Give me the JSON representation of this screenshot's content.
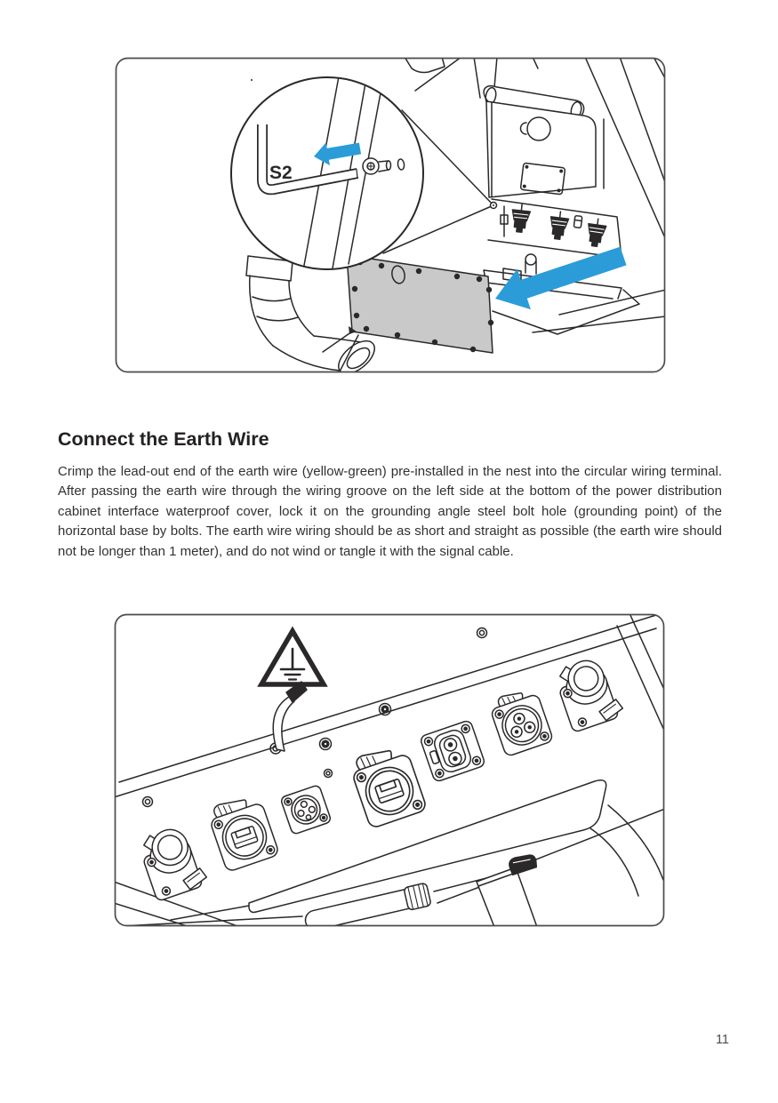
{
  "page": {
    "number": "11"
  },
  "colors": {
    "accent_blue": "#2b9cd8",
    "line_dark": "#2b2829",
    "panel_gray": "#c9c9c9",
    "heading_text": "#242122",
    "body_text": "#343031"
  },
  "section": {
    "heading": "Connect the Earth Wire",
    "body": "Crimp the lead-out end of the earth wire (yellow-green) pre-installed in the nest into the circular wiring terminal. After passing the earth wire through the wiring groove on the left side at the bottom of the power distribution cabinet interface waterproof cover, lock it on the grounding angle steel bolt hole (grounding point) of the horizontal base by bolts. The earth wire wiring should be as short and straight as possible (the earth wire should not be longer than 1 meter), and do not wind or tangle it with the signal cable."
  },
  "figure1": {
    "callout_label": "S2"
  },
  "icons": {
    "allen_key": "hex-key-icon",
    "callout_direction_arrow": "arrow-left-icon",
    "cover_direction_arrow": "arrow-down-left-icon",
    "earth_ground_warning": "earth-ground-triangle-icon"
  }
}
